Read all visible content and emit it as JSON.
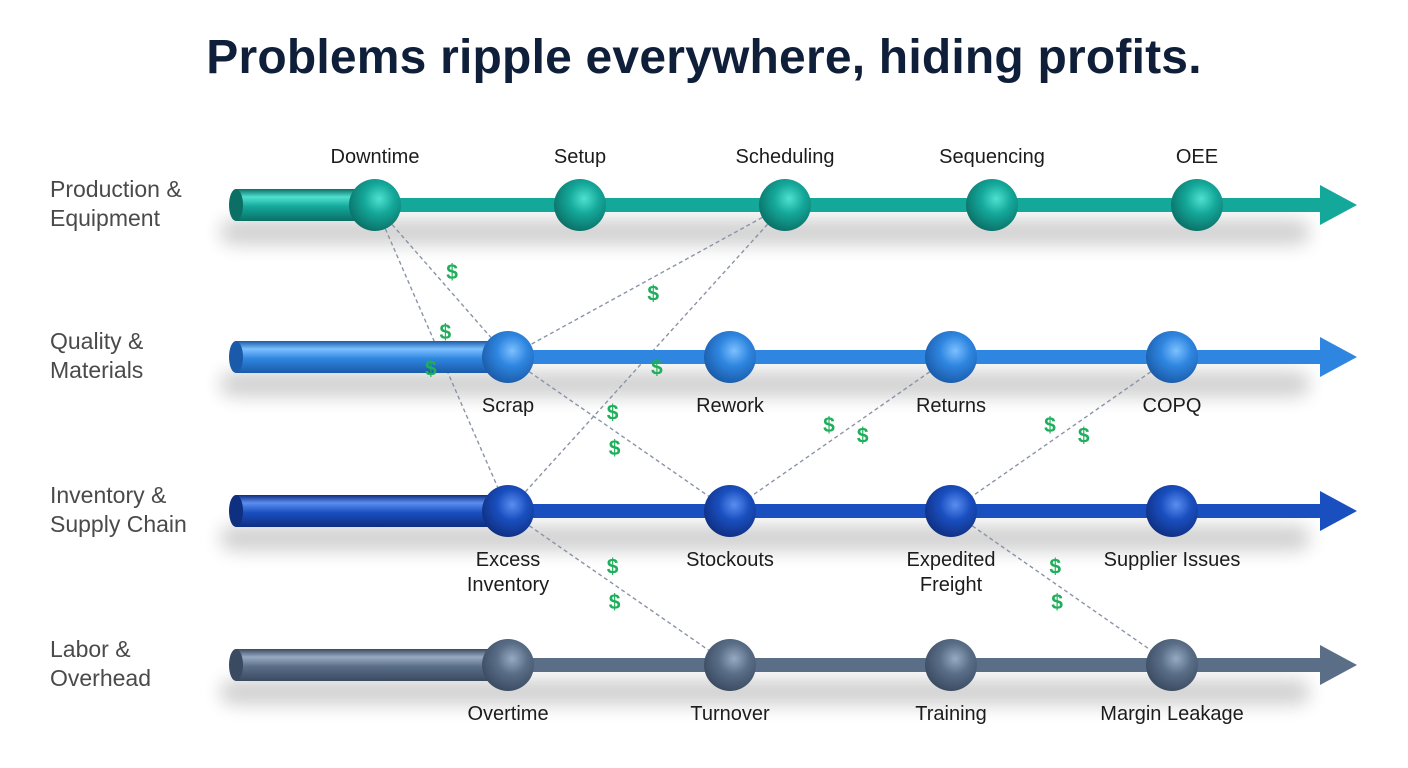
{
  "title": "Problems ripple everywhere, hiding profits.",
  "colors": {
    "title": "#0f1f3a",
    "connector": "#8a94a6",
    "dollar": "#1fae5b"
  },
  "dollar_symbol": "$",
  "rows": [
    {
      "id": "production",
      "label_lines": [
        "Production &",
        "Equipment"
      ],
      "color": "#14a89a",
      "light": "#4fe0cf",
      "dark": "#0b6f66",
      "label_position": "above",
      "nodes": [
        {
          "id": "downtime",
          "lines": [
            "Downtime"
          ]
        },
        {
          "id": "setup",
          "lines": [
            "Setup"
          ]
        },
        {
          "id": "scheduling",
          "lines": [
            "Scheduling"
          ]
        },
        {
          "id": "sequencing",
          "lines": [
            "Sequencing"
          ]
        },
        {
          "id": "oee",
          "lines": [
            "OEE"
          ]
        }
      ]
    },
    {
      "id": "quality",
      "label_lines": [
        "Quality &",
        "Materials"
      ],
      "color": "#2f86e0",
      "light": "#7cc0ff",
      "dark": "#1a5aa8",
      "label_position": "below",
      "nodes": [
        {
          "id": "scrap",
          "lines": [
            "Scrap"
          ]
        },
        {
          "id": "rework",
          "lines": [
            "Rework"
          ]
        },
        {
          "id": "returns",
          "lines": [
            "Returns"
          ]
        },
        {
          "id": "copq",
          "lines": [
            "COPQ"
          ]
        }
      ]
    },
    {
      "id": "inventory",
      "label_lines": [
        "Inventory &",
        "Supply Chain"
      ],
      "color": "#1a4fc0",
      "light": "#5b8ef0",
      "dark": "#0f2f80",
      "label_position": "below",
      "nodes": [
        {
          "id": "excess-inventory",
          "lines": [
            "Excess",
            "Inventory"
          ]
        },
        {
          "id": "stockouts",
          "lines": [
            "Stockouts"
          ]
        },
        {
          "id": "expedited-freight",
          "lines": [
            "Expedited",
            "Freight"
          ]
        },
        {
          "id": "supplier-issues",
          "lines": [
            "Supplier Issues"
          ]
        }
      ]
    },
    {
      "id": "labor",
      "label_lines": [
        "Labor &",
        "Overhead"
      ],
      "color": "#5a6e88",
      "light": "#98aac2",
      "dark": "#3a4a60",
      "label_position": "below",
      "nodes": [
        {
          "id": "overtime",
          "lines": [
            "Overtime"
          ]
        },
        {
          "id": "turnover",
          "lines": [
            "Turnover"
          ]
        },
        {
          "id": "training",
          "lines": [
            "Training"
          ]
        },
        {
          "id": "margin-leakage",
          "lines": [
            "Margin Leakage"
          ]
        }
      ]
    }
  ],
  "connections": [
    {
      "from": "downtime",
      "to": "scrap",
      "dollars": 1
    },
    {
      "from": "downtime",
      "to": "excess-inventory",
      "dollars": 2
    },
    {
      "from": "scheduling",
      "to": "scrap",
      "dollars": 1
    },
    {
      "from": "scheduling",
      "to": "excess-inventory",
      "dollars": 1
    },
    {
      "from": "scrap",
      "to": "stockouts",
      "dollars": 2
    },
    {
      "from": "returns",
      "to": "stockouts",
      "dollars": 2
    },
    {
      "from": "copq",
      "to": "expedited-freight",
      "dollars": 2
    },
    {
      "from": "excess-inventory",
      "to": "turnover",
      "dollars": 2
    },
    {
      "from": "expedited-freight",
      "to": "margin-leakage",
      "dollars": 2
    }
  ]
}
